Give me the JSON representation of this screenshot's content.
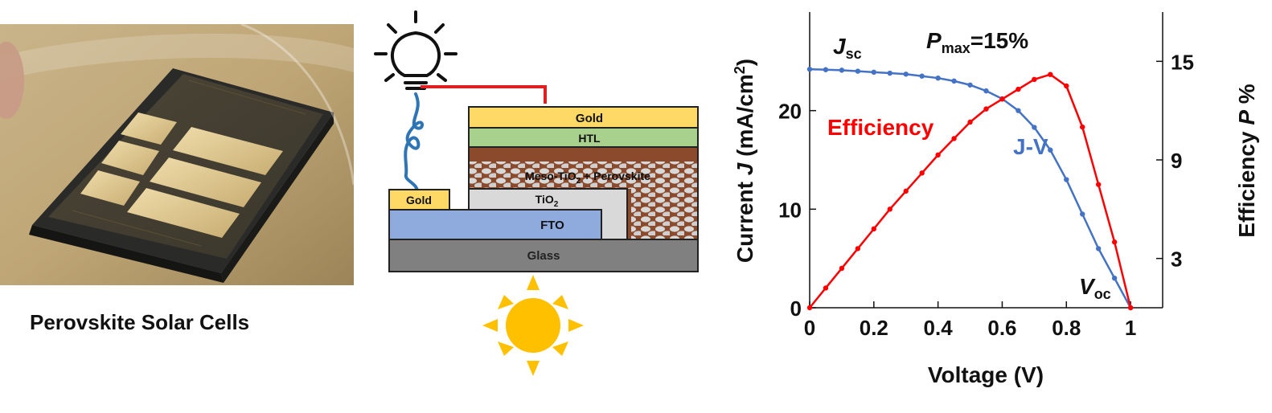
{
  "photo": {
    "caption": "Perovskite Solar Cells"
  },
  "device": {
    "layers": {
      "gold_top": "Gold",
      "htl": "HTL",
      "meso_prefix": "Meso-TiO",
      "meso_sub": "2",
      "meso_suffix": " + Perovskite",
      "tio2_prefix": "TiO",
      "tio2_sub": "2",
      "gold_contact": "Gold",
      "fto": "FTO",
      "glass": "Glass"
    },
    "colors": {
      "gold": "#ffd966",
      "htl": "#a9d18e",
      "perovskite": "#8b4a2b",
      "tio2": "#d9d9d9",
      "fto": "#8faadc",
      "glass": "#808080",
      "wire": "#e02020",
      "cable": "#2e75b6",
      "sun": "#ffc000"
    },
    "icons": [
      "light-bulb-icon",
      "sun-icon"
    ]
  },
  "chart_data": {
    "type": "line",
    "xlabel": "Voltage (V)",
    "ylabel_prefix": "Current ",
    "ylabel_var": "J",
    "ylabel_unit": " (mA/cm",
    "ylabel_sup": "2",
    "ylabel_close": ")",
    "y2label_prefix": "Efficiency ",
    "y2label_var": "P",
    "y2label_suffix": "  %",
    "xlim": [
      0,
      1.1
    ],
    "ylim": [
      0,
      30
    ],
    "y2lim": [
      0,
      18
    ],
    "xticks": [
      "0",
      "0.2",
      "0.4",
      "0.6",
      "0.8",
      "1"
    ],
    "xtick_values": [
      0,
      0.2,
      0.4,
      0.6,
      0.8,
      1.0
    ],
    "yticks": [
      "0",
      "10",
      "20"
    ],
    "ytick_values": [
      0,
      10,
      20
    ],
    "y2ticks": [
      "3",
      "9",
      "15"
    ],
    "y2tick_values": [
      3,
      9,
      15
    ],
    "annotations": {
      "jsc_var": "J",
      "jsc_sub": "sc",
      "pmax_var": "P",
      "pmax_sub": "max",
      "pmax_value": "=15%",
      "voc_var": "V",
      "voc_sub": "oc"
    },
    "series": [
      {
        "name": "J-V",
        "axis": "left",
        "color": "#4472c4",
        "x": [
          0,
          0.05,
          0.1,
          0.15,
          0.2,
          0.25,
          0.3,
          0.35,
          0.4,
          0.45,
          0.5,
          0.55,
          0.6,
          0.65,
          0.7,
          0.75,
          0.8,
          0.85,
          0.9,
          0.95,
          1.0
        ],
        "y": [
          24.2,
          24.15,
          24.1,
          24.0,
          23.9,
          23.8,
          23.7,
          23.5,
          23.3,
          23.0,
          22.6,
          22.0,
          21.2,
          20.0,
          18.3,
          16.0,
          13.0,
          9.5,
          6.0,
          3.0,
          0
        ]
      },
      {
        "name": "Efficiency",
        "axis": "right",
        "color": "#ff0000",
        "x": [
          0,
          0.05,
          0.1,
          0.15,
          0.2,
          0.25,
          0.3,
          0.35,
          0.4,
          0.45,
          0.5,
          0.55,
          0.6,
          0.65,
          0.7,
          0.75,
          0.8,
          0.85,
          0.9,
          0.95,
          1.0
        ],
        "y": [
          0,
          1.2,
          2.4,
          3.6,
          4.8,
          6.0,
          7.1,
          8.2,
          9.3,
          10.3,
          11.3,
          12.1,
          12.7,
          13.3,
          13.9,
          14.2,
          13.5,
          11.0,
          7.5,
          4.0,
          0
        ]
      }
    ]
  }
}
